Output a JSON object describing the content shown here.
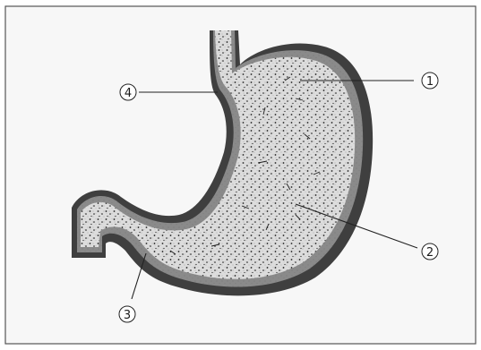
{
  "labels": [
    {
      "id": "label-1",
      "text": "1"
    },
    {
      "id": "label-2",
      "text": "2"
    },
    {
      "id": "label-3",
      "text": "3"
    },
    {
      "id": "label-4",
      "text": "4"
    }
  ],
  "colors": {
    "frame": "#555555",
    "panel": "#f7f7f7",
    "wall": "#3f3f3f",
    "mucosa": "#8a8a8a",
    "lumen": "#d8d8d8",
    "dots": "#1e1e1e",
    "leader": "#222222"
  }
}
